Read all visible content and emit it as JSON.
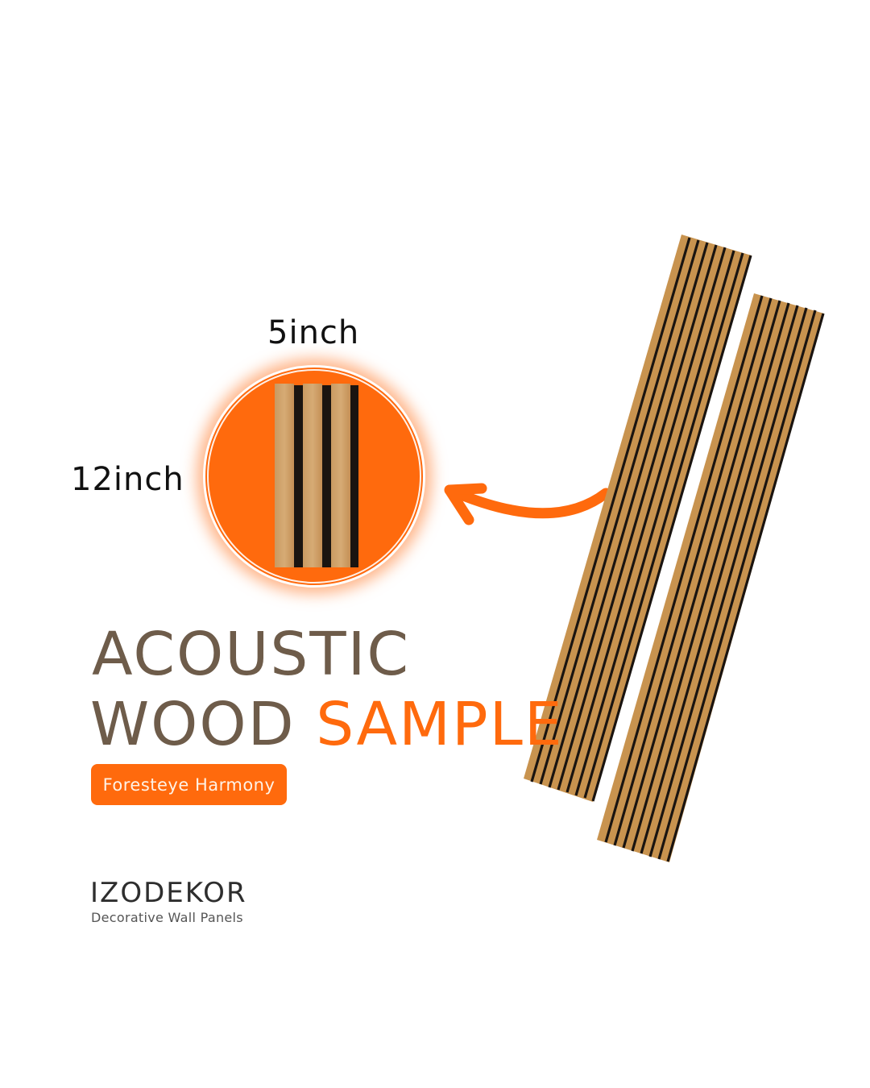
{
  "sample": {
    "width_label": "5inch",
    "height_label": "12inch",
    "slat_count": 3
  },
  "title": {
    "line1": "ACOUSTIC",
    "line2_word1": "WOOD",
    "line2_word2": "SAMPLE"
  },
  "variant": {
    "label": "Foresteye Harmony"
  },
  "brand": {
    "name": "IZODEKOR",
    "tagline": "Decorative Wall Panels"
  },
  "icons": {
    "arrow": "curved-arrow-left",
    "panels": "acoustic-slat-panels"
  },
  "colors": {
    "accent_orange": "#ff6a0d",
    "title_brown": "#6e5c4a",
    "wood": "#c9924f",
    "wood_light": "#d9a86a",
    "slat_gap": "#1a1410",
    "background": "#ffffff"
  }
}
